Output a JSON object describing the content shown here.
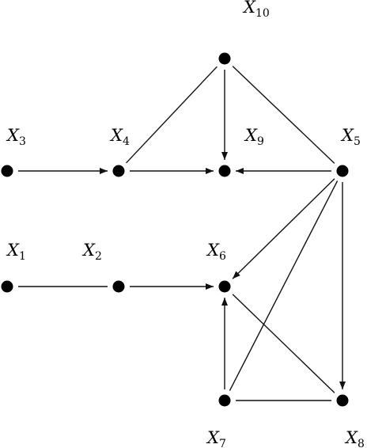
{
  "diagram": {
    "nodes": [
      {
        "id": "X1",
        "base": "X",
        "sub": "1"
      },
      {
        "id": "X2",
        "base": "X",
        "sub": "2"
      },
      {
        "id": "X3",
        "base": "X",
        "sub": "3"
      },
      {
        "id": "X4",
        "base": "X",
        "sub": "4"
      },
      {
        "id": "X5",
        "base": "X",
        "sub": "5"
      },
      {
        "id": "X6",
        "base": "X",
        "sub": "6"
      },
      {
        "id": "X7",
        "base": "X",
        "sub": "7"
      },
      {
        "id": "X8",
        "base": "X",
        "sub": "8"
      },
      {
        "id": "X9",
        "base": "X",
        "sub": "9"
      },
      {
        "id": "X10",
        "base": "X",
        "sub": "10"
      }
    ],
    "edges": [
      {
        "from": "X3",
        "to": "X4",
        "directed": true
      },
      {
        "from": "X4",
        "to": "X9",
        "directed": true
      },
      {
        "from": "X5",
        "to": "X9",
        "directed": true
      },
      {
        "from": "X10",
        "to": "X9",
        "directed": true
      },
      {
        "from": "X10",
        "to": "X4",
        "directed": false
      },
      {
        "from": "X10",
        "to": "X5",
        "directed": false
      },
      {
        "from": "X1",
        "to": "X2",
        "directed": false
      },
      {
        "from": "X2",
        "to": "X6",
        "directed": true
      },
      {
        "from": "X5",
        "to": "X6",
        "directed": true
      },
      {
        "from": "X7",
        "to": "X6",
        "directed": true
      },
      {
        "from": "X5",
        "to": "X7",
        "directed": false
      },
      {
        "from": "X5",
        "to": "X8",
        "directed": true
      },
      {
        "from": "X6",
        "to": "X8",
        "directed": false
      },
      {
        "from": "X7",
        "to": "X8",
        "directed": false
      }
    ]
  }
}
